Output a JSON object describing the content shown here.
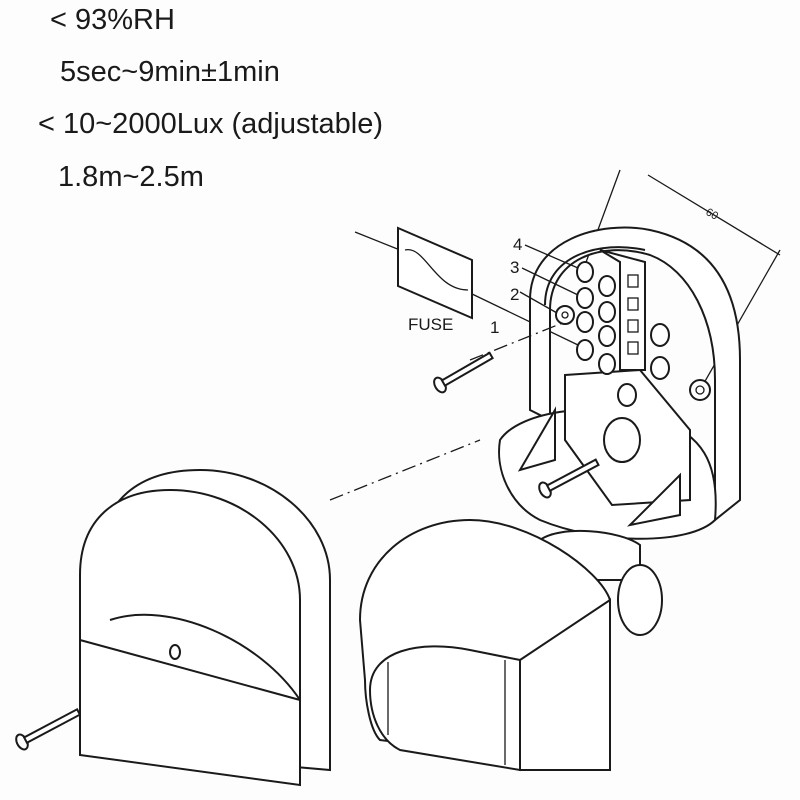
{
  "specs": [
    "< 93%RH",
    "5sec~9min±1min",
    "< 10~2000Lux (adjustable)",
    "1.8m~2.5m"
  ],
  "diagram": {
    "fuse_label": "FUSE",
    "terminal_labels": [
      "1",
      "2",
      "3",
      "4"
    ],
    "dimension_label": "60"
  }
}
